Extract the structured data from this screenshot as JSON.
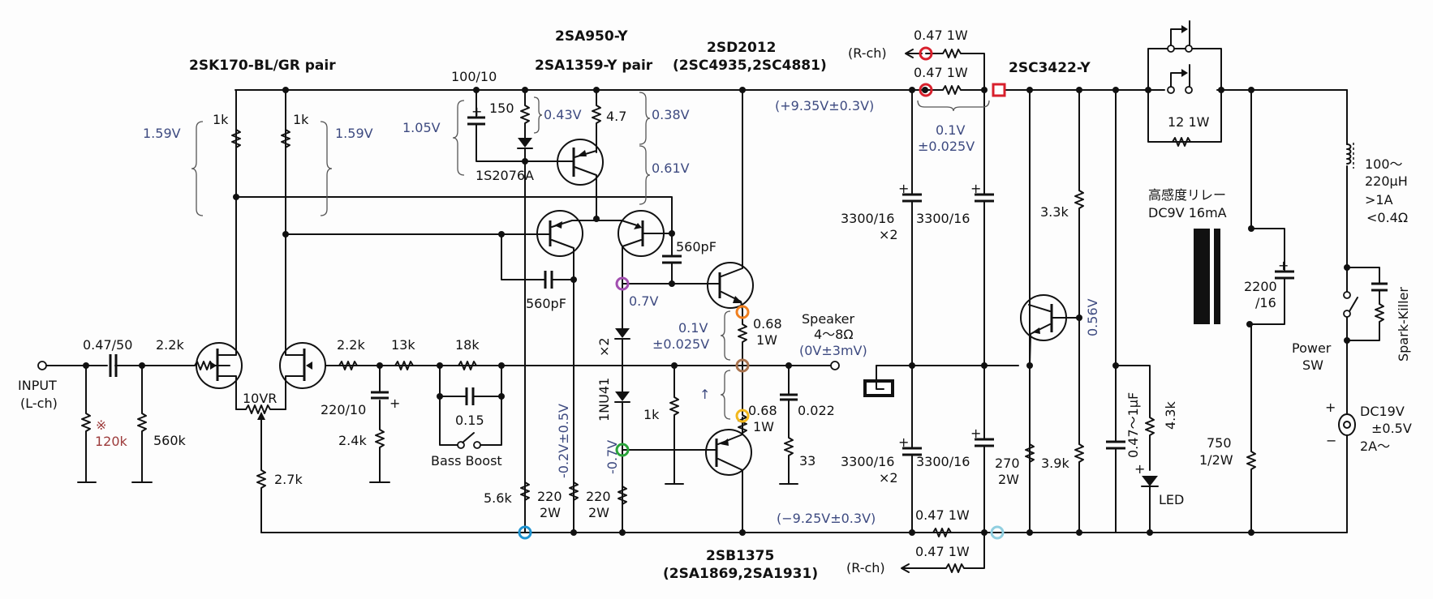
{
  "title": "Headphone / small power amplifier schematic (L-ch)",
  "parts": {
    "jfet_pair": "2SK170-BL/GR pair",
    "current_source": "2SA950-Y",
    "diff_pair": "2SA1359-Y pair",
    "npn_output": "2SD2012",
    "npn_output_alt": "(2SC4935,2SC4881)",
    "pnp_output": "2SB1375",
    "pnp_output_alt": "(2SA1869,2SA1931)",
    "protect_tr": "2SC3422-Y",
    "diode_ref": "1S2076A",
    "bias_diodes": "1NU41",
    "bias_diodes_count": "×2"
  },
  "input": {
    "label": "INPUT",
    "channel": "(L-ch)"
  },
  "components": {
    "c_in": "0.47/50",
    "r_in_series": "2.2k",
    "r_in_shunt": "120k",
    "r_in_shunt_mark": "※",
    "r_bias": "560k",
    "r_jfet_drain_l": "1k",
    "r_jfet_drain_r": "1k",
    "vr": "10VR",
    "r_tail": "2.7k",
    "r_fb_series": "2.2k",
    "c_fb": "220/10",
    "r_fb_shunt": "2.4k",
    "r_13k": "13k",
    "r_18k": "18k",
    "c_bass": "0.15",
    "bass_switch": "Bass Boost",
    "c_100_10": "100/10",
    "r_150": "150",
    "r_4_7": "4.7",
    "c_560_a": "560pF",
    "c_560_b": "560pF",
    "r_5_6k": "5.6k",
    "r_220_a": "220",
    "r_220_a_w": "2W",
    "r_220_b": "220",
    "r_220_b_w": "2W",
    "r_1k_load": "1k",
    "r_068_top": "0.68",
    "r_068_top_w": "1W",
    "r_068_bot": "0.68",
    "r_068_bot_w": "1W",
    "c_zobel": "0.022",
    "r_zobel": "33",
    "speaker": "Speaker",
    "speaker_imp": "4〜8Ω",
    "c_3300_a": "3300/16",
    "c_3300_a_n": "×2",
    "c_3300_b": "3300/16",
    "c_3300_c": "3300/16",
    "c_3300_c_n": "×2",
    "c_3300_d": "3300/16",
    "r_047_top_rch": "0.47 1W",
    "r_047_top": "0.47 1W",
    "r_047_bot": "0.47 1W",
    "r_047_bot_rch": "0.47 1W",
    "rch": "(R-ch)",
    "r_3_3k": "3.3k",
    "r_270": "270",
    "r_270_w": "2W",
    "r_3_9k": "3.9k",
    "c_047_1u": "0.47〜1μF",
    "r_4_3k": "4.3k",
    "led": "LED",
    "r_12": "12 1W",
    "relay": "高感度リレー",
    "relay_spec": "DC9V 16mA",
    "c_2200": "2200",
    "c_2200_v": "/16",
    "r_750": "750",
    "r_750_w": "1/2W",
    "inductor_1": "100〜",
    "inductor_2": "220μH",
    "inductor_3": ">1A",
    "inductor_4": "<0.4Ω",
    "power_sw_1": "Power",
    "power_sw_2": "SW",
    "spark_killer": "Spark-Killer",
    "dc_1": "DC19V",
    "dc_2": "±0.5V",
    "dc_3": "2A〜",
    "plus": "+",
    "minus": "−"
  },
  "voltages": {
    "jfet_l": "1.59V",
    "jfet_r": "1.59V",
    "v_105": "1.05V",
    "v_043": "0.43V",
    "v_038": "0.38V",
    "v_061": "0.61V",
    "v_07": "0.7V",
    "v_m07": "-0.7V",
    "v_m02": "-0.2V±0.5V",
    "v_emit_top_1": "0.1V",
    "v_emit_top_2": "±0.025V",
    "v_emit_bot": "↑",
    "v_rail_pos": "(+9.35V±0.3V)",
    "v_rail_neg": "(−9.25V±0.3V)",
    "v_out": "(0V±3mV)",
    "v_sense_1": "0.1V",
    "v_sense_2": "±0.025V",
    "v_056": "0.56V"
  },
  "test_points": {
    "red": "#d8202c",
    "purple": "#a24fb0",
    "orange": "#f08020",
    "brown": "#a8734f",
    "yellow": "#f2b81e",
    "green": "#2aa43a",
    "blue": "#1f94d2",
    "lightblue": "#90cfe0"
  }
}
